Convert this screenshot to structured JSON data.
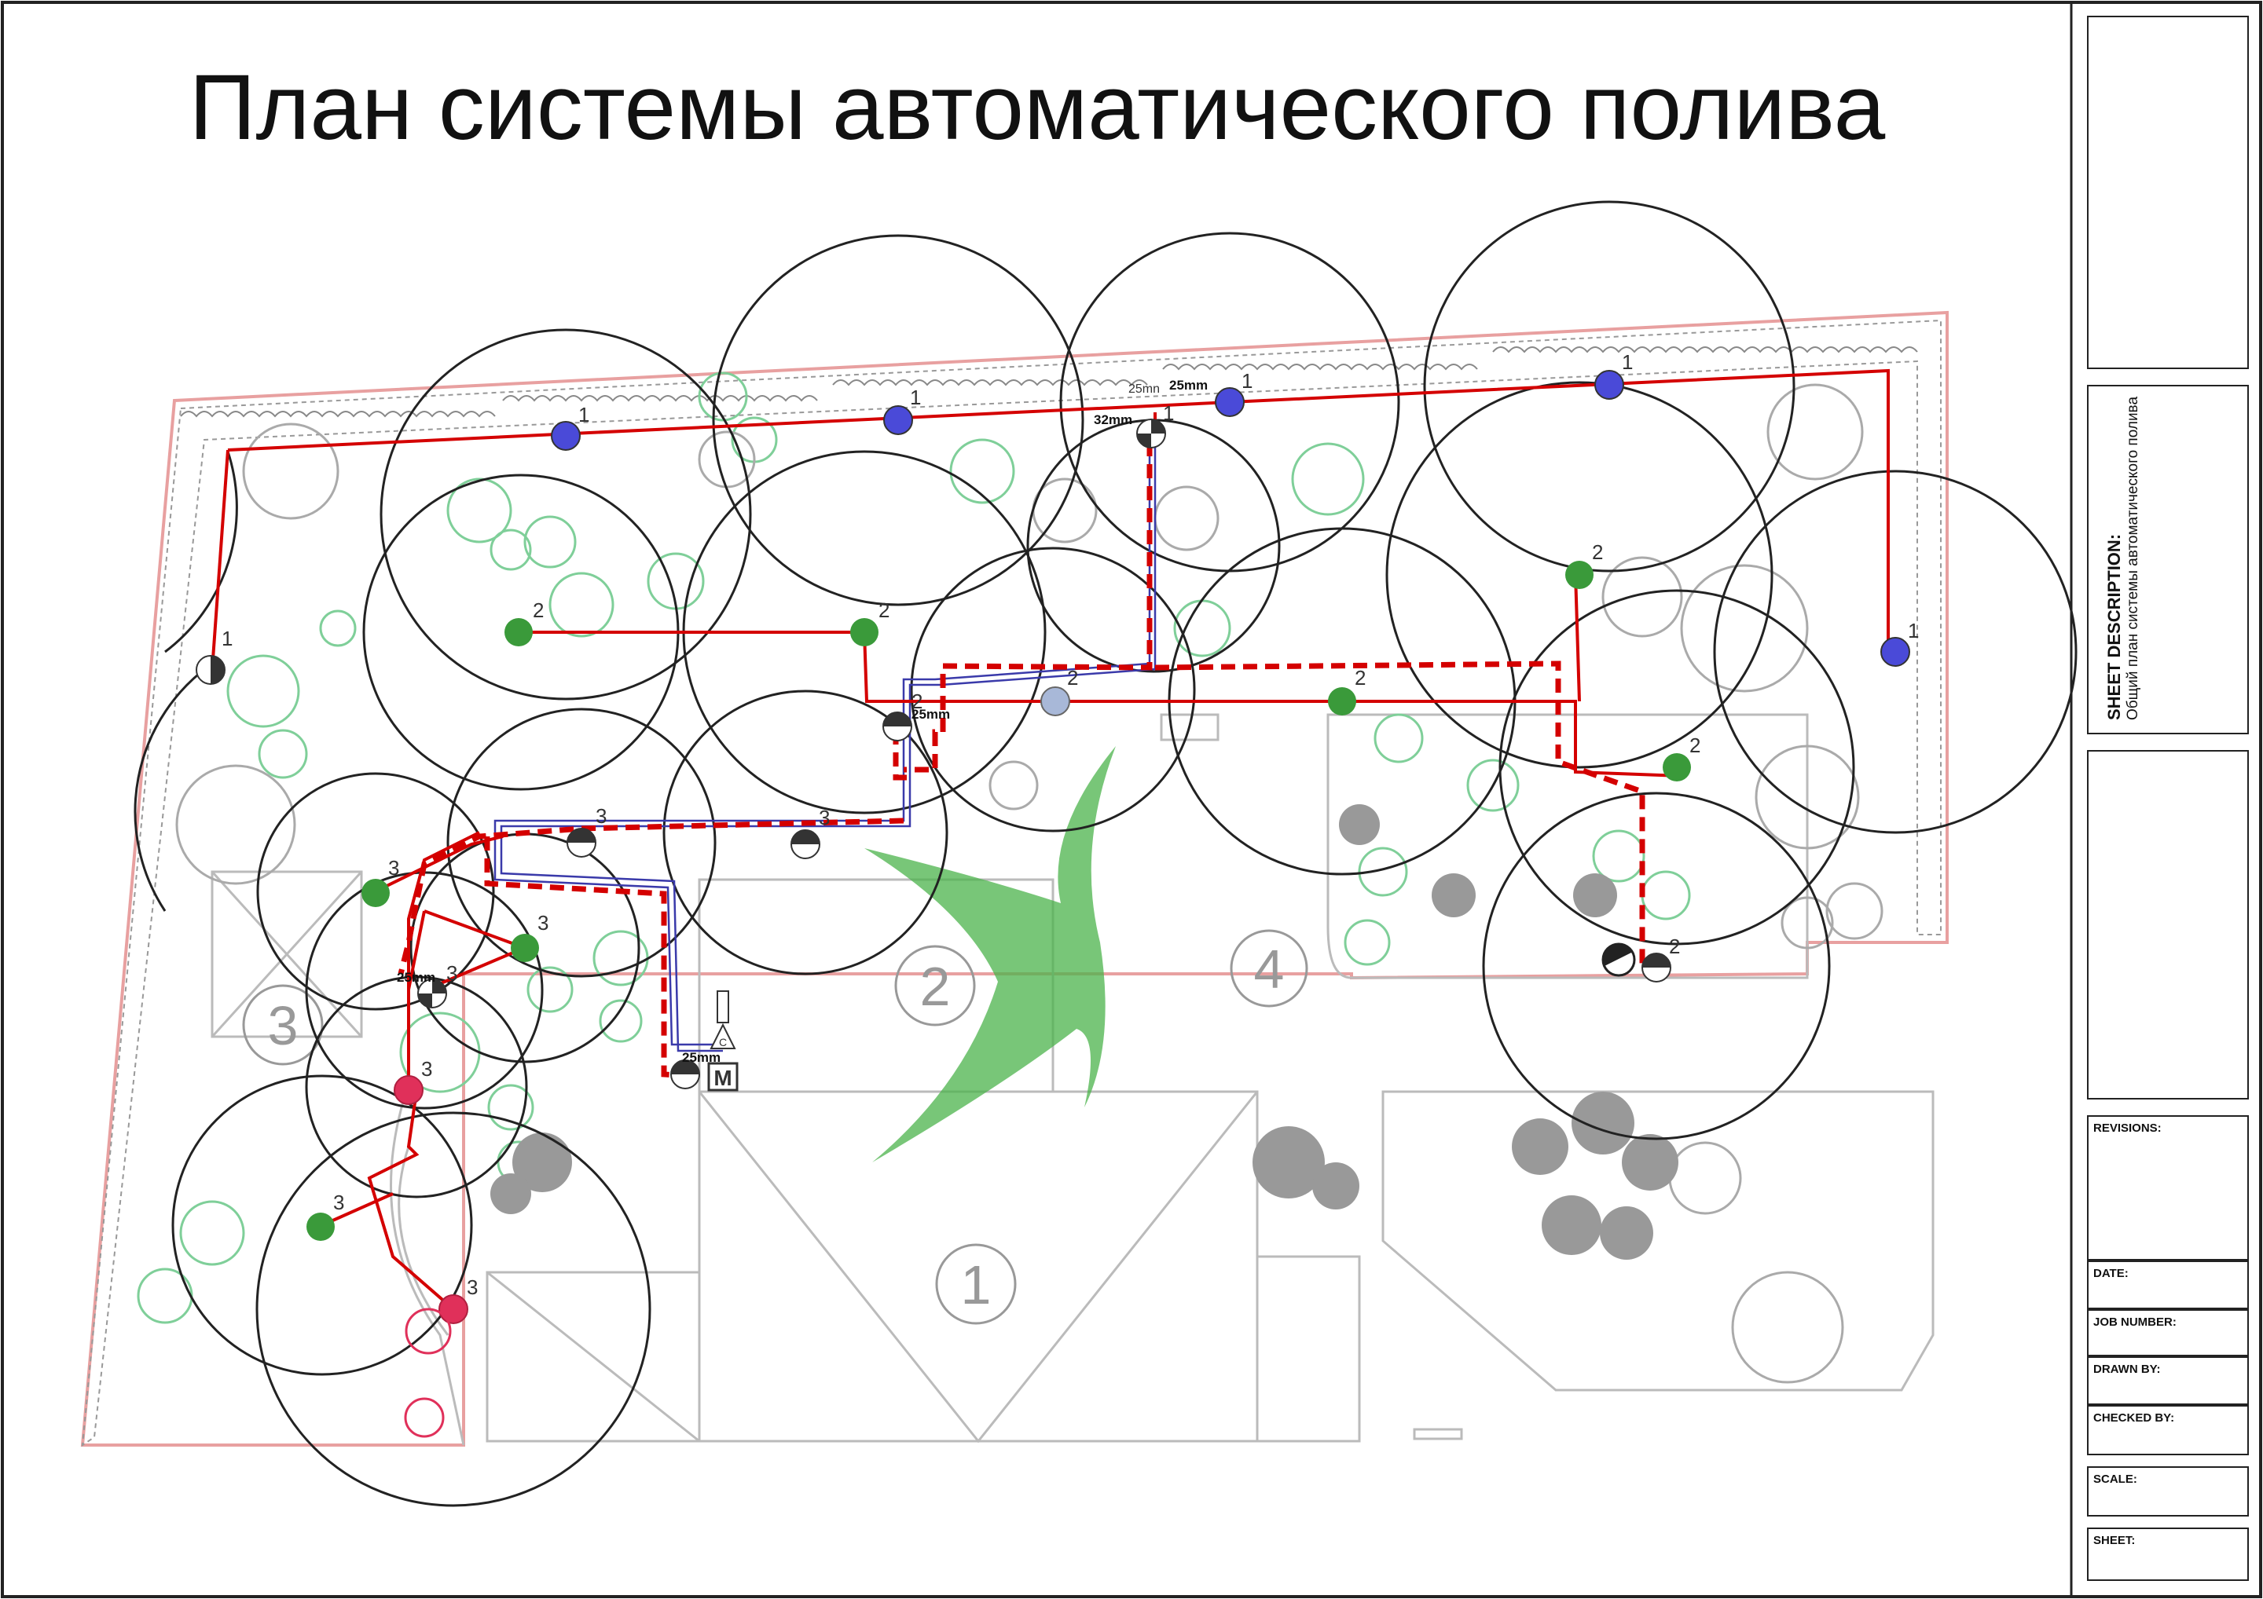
{
  "title": "План системы автоматического полива",
  "titleblock": {
    "sheet_description_label": "SHEET DESCRIPTION:",
    "sheet_description_value": "Общий план системы автоматического полива",
    "revisions_label": "REVISIONS:",
    "date_label": "DATE:",
    "job_number_label": "JOB NUMBER:",
    "drawn_by_label": "DRAWN BY:",
    "checked_by_label": "CHECKED BY:",
    "scale_label": "SCALE:",
    "sheet_label": "SHEET:"
  },
  "zones": [
    "1",
    "2",
    "3",
    "4"
  ],
  "sprinkler_labels": {
    "type1": "1",
    "type2": "2",
    "type3": "3"
  },
  "pipe_labels": {
    "p25": "25mm",
    "p32": "32mm",
    "p25b": "25mn"
  },
  "controller_label": "M",
  "valve_label": "C",
  "colors": {
    "red_pipe": "#d40000",
    "blue_pipe": "#3a3aaa",
    "green_head": "#3a9a3a",
    "blue_head": "#4a4ad8",
    "red_head": "#e0305a",
    "plot_border": "#e8a0a0",
    "building": "#bbbbbb",
    "plants": "#7fcf99",
    "logo": "#4bb34b"
  }
}
